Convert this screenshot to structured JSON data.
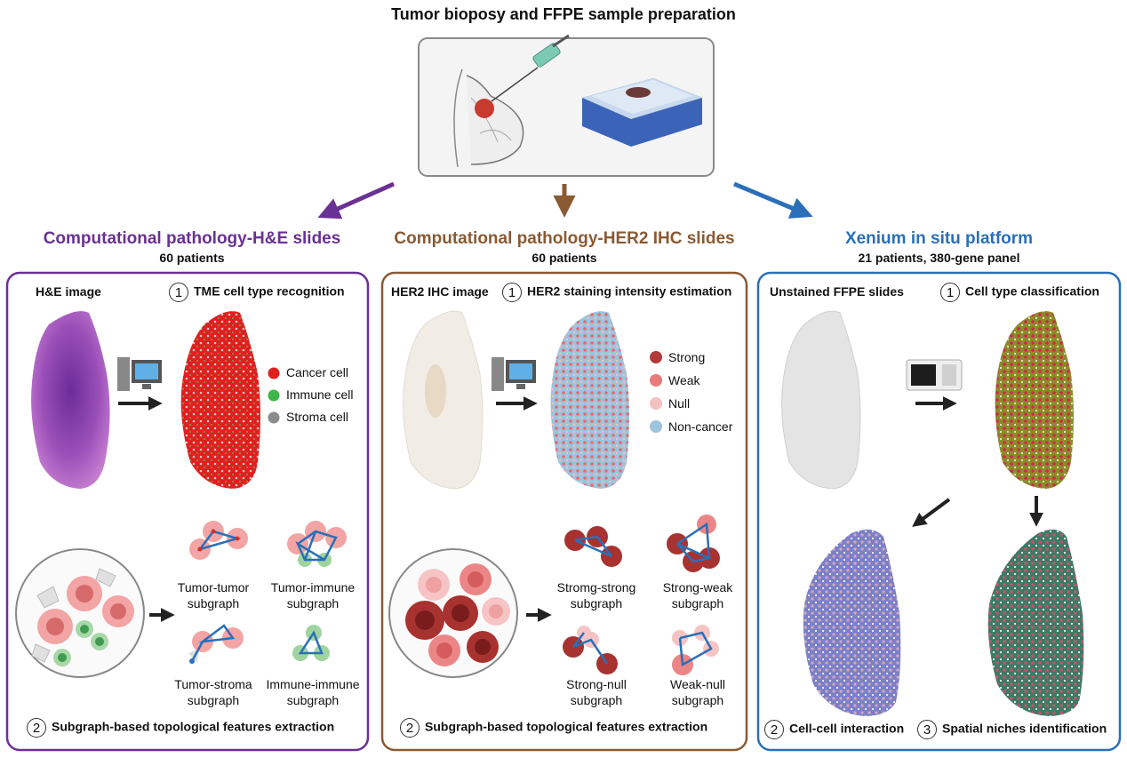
{
  "header": {
    "title": "Tumor bioposy and FFPE sample preparation"
  },
  "colors": {
    "purple": "#6a3194",
    "brown": "#8a5a33",
    "blue": "#2a6fb8"
  },
  "panels": [
    {
      "title": "Computational pathology-H&E slides",
      "subtitle": "60 patients",
      "image_label": "H&E image",
      "step1_num": "1",
      "step1": "TME cell type recognition",
      "legend": [
        "Cancer cell",
        "Immune cell",
        "Stroma cell"
      ],
      "subgraphs": [
        {
          "line1": "Tumor-tumor",
          "line2": "subgraph"
        },
        {
          "line1": "Tumor-immune",
          "line2": "subgraph"
        },
        {
          "line1": "Tumor-stroma",
          "line2": "subgraph"
        },
        {
          "line1": "Immune-immune",
          "line2": "subgraph"
        }
      ],
      "step2_num": "2",
      "step2": "Subgraph-based topological features extraction"
    },
    {
      "title": "Computational pathology-HER2 IHC slides",
      "subtitle": "60 patients",
      "image_label": "HER2 IHC image",
      "step1_num": "1",
      "step1": "HER2 staining intensity estimation",
      "legend": [
        "Strong",
        "Weak",
        "Null",
        "Non-cancer"
      ],
      "subgraphs": [
        {
          "line1": "Stromg-strong",
          "line2": "subgraph"
        },
        {
          "line1": "Strong-weak",
          "line2": "subgraph"
        },
        {
          "line1": "Strong-null",
          "line2": "subgraph"
        },
        {
          "line1": "Weak-null",
          "line2": "subgraph"
        }
      ],
      "step2_num": "2",
      "step2": "Subgraph-based topological features extraction"
    },
    {
      "title": "Xenium in situ platform",
      "subtitle": "21 patients, 380-gene panel",
      "image_label": "Unstained FFPE slides",
      "step1_num": "1",
      "step1": "Cell type classification",
      "step2_num": "2",
      "step2": "Cell-cell interaction",
      "step3_num": "3",
      "step3": "Spatial niches identification"
    }
  ]
}
